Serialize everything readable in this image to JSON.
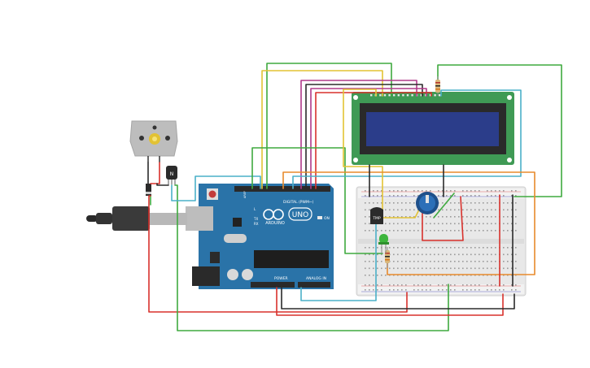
{
  "board": {
    "logo": "UNO",
    "brand": "ARDUINO",
    "digital_label": "DIGITAL (PWM~)",
    "power_label": "POWER",
    "analog_label": "ANALOG IN",
    "on_label": "ON",
    "tx_label": "TX",
    "rx_label": "RX",
    "l_label": "L",
    "aref_label": "AREF"
  },
  "sensor": {
    "label": "TMP"
  },
  "transistor": {
    "label": "N"
  },
  "colors": {
    "board": "#2a73a8",
    "lcd_pcb": "#3f9a55",
    "lcd_screen": "#2b3d8a",
    "wire_red": "#d8312c",
    "wire_black": "#2b2b2b",
    "wire_green": "#3faa3f",
    "wire_yellow": "#e3c334",
    "wire_blue": "#4ab0c8",
    "wire_magenta": "#b03a8a",
    "wire_orange": "#e88a2c"
  },
  "icons": [
    "dc-motor-icon",
    "usb-cable-icon",
    "potentiometer-icon",
    "led-icon",
    "resistor-icon",
    "npn-transistor-icon",
    "diode-icon",
    "temperature-sensor-icon"
  ]
}
